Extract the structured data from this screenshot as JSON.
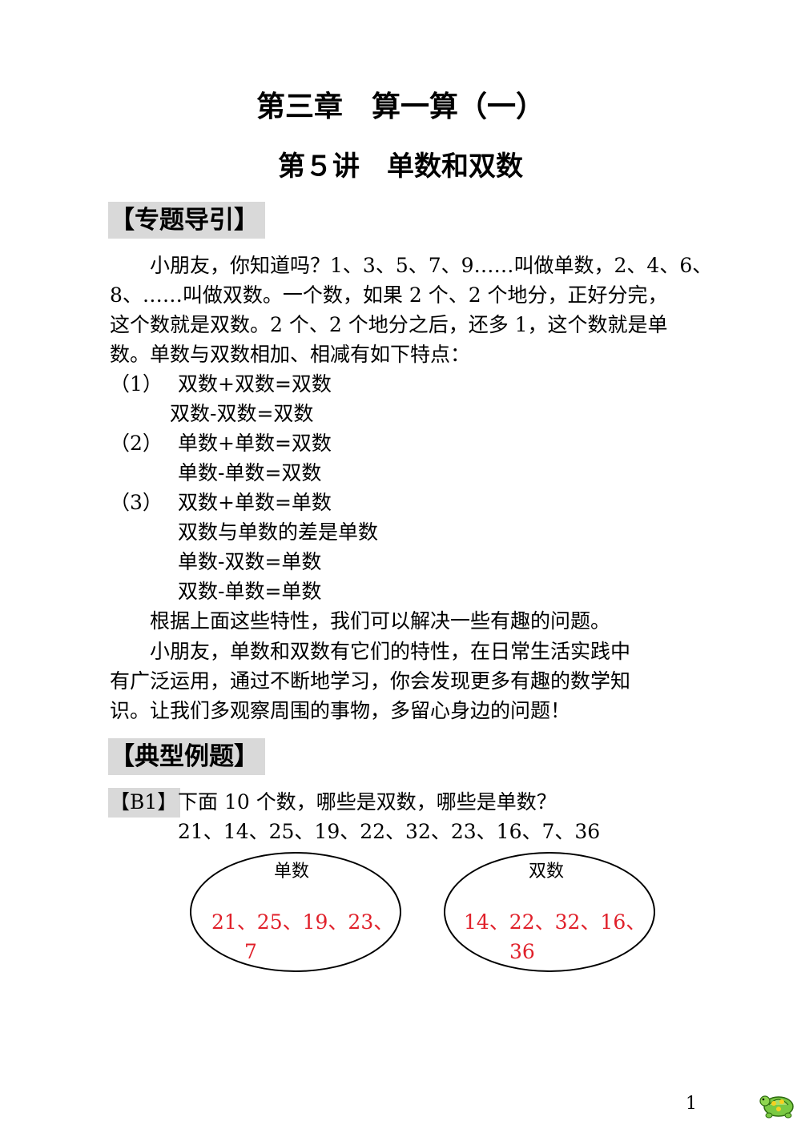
{
  "chapter_title": "第三章　算一算（一）",
  "lecture_title": "第５讲　单数和双数",
  "section1": {
    "heading": "【专题导引】",
    "intro_lines": [
      "　　小朋友，你知道吗？1、3、5、7、9……叫做单数，2、4、6、",
      "8、……叫做双数。一个数，如果 2 个、2 个地分，正好分完，",
      "这个数就是双数。2 个、2 个地分之后，还多 1，这个数就是单",
      "数。单数与双数相加、相减有如下特点："
    ],
    "rules": [
      {
        "label": "（1）",
        "lines": [
          "双数+双数=双数",
          "双数-双数=双数"
        ]
      },
      {
        "label": "（2）",
        "lines": [
          "单数+单数=双数",
          "单数-单数=双数"
        ]
      },
      {
        "label": "（3）",
        "lines": [
          "双数+单数=单数",
          "双数与单数的差是单数",
          "单数-双数=单数",
          "双数-单数=单数"
        ]
      }
    ],
    "conclusion": "　　根据上面这些特性，我们可以解决一些有趣的问题。",
    "closing_lines": [
      "　　小朋友，单数和双数有它们的特性，在日常生活实践中",
      "有广泛运用，通过不断地学习，你会发现更多有趣的数学知",
      "识。让我们多观察周围的事物，多留心身边的问题！"
    ]
  },
  "section2": {
    "heading": "【典型例题】",
    "example": {
      "tag": "【B1】",
      "question": "下面 10 个数，哪些是双数，哪些是单数？",
      "numbers": "21、14、25、19、22、32、23、16、7、36",
      "odd": {
        "label": "单数",
        "line1": "21、25、19、23、",
        "line2": "7"
      },
      "even": {
        "label": "双数",
        "line1": "14、22、32、16、",
        "line2": "36"
      }
    }
  },
  "page_number": "1",
  "colors": {
    "answer": "#e0202a",
    "heading_bg": "#d9d9d9"
  }
}
